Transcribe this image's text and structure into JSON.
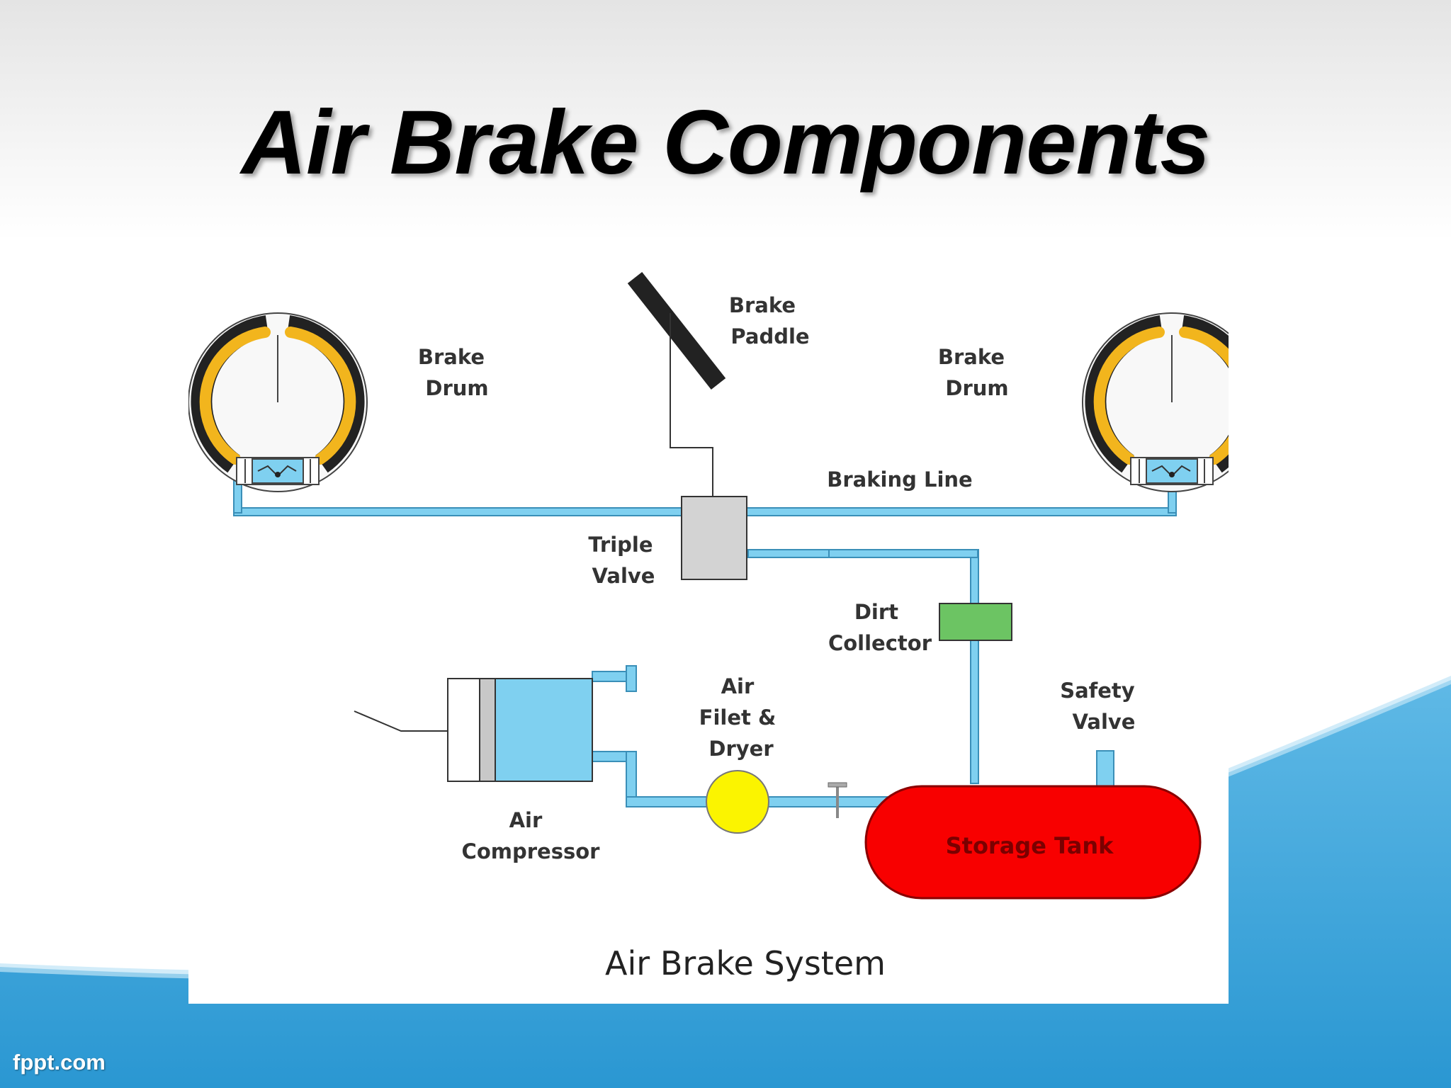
{
  "slide": {
    "title": "Air Brake Components",
    "watermark": "fppt.com"
  },
  "diagram": {
    "caption": "Air Brake System",
    "labels": {
      "brake_drum_left": [
        "Brake",
        "Drum"
      ],
      "brake_paddle": [
        "Brake",
        "Paddle"
      ],
      "brake_drum_right": [
        "Brake",
        "Drum"
      ],
      "braking_line": "Braking Line",
      "triple_valve": [
        "Triple",
        "Valve"
      ],
      "dirt_collector": [
        "Dirt",
        "Collector"
      ],
      "air_filter_dryer": [
        "Air",
        "Filet &",
        "Dryer"
      ],
      "safety_valve": [
        "Safety",
        "Valve"
      ],
      "air_compressor": [
        "Air",
        "Compressor"
      ],
      "storage_tank": "Storage Tank"
    }
  },
  "colors": {
    "pipe": "#7fd0f0",
    "pipe_outline": "#3a8fb8",
    "brake_shoe": "#f2b51d",
    "triple_valve": "#d3d3d3",
    "dirt_collector": "#6cc463",
    "filter": "#fbf400",
    "storage_tank": "#f80000",
    "background_wave": "#3ba7dc"
  }
}
